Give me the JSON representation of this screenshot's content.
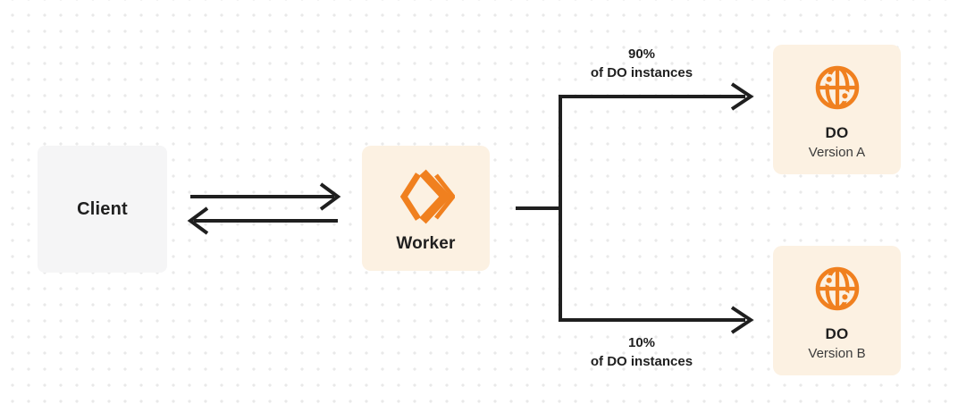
{
  "colors": {
    "background": "#ffffff",
    "dot": "#e9e9e9",
    "line": "#1f1f1f",
    "orange": "#f0801f",
    "cream": "#fcf1e2",
    "client_gray": "#f5f5f6",
    "text_dark": "#1f1f1f",
    "text_muted": "#3b3b3b"
  },
  "nodes": {
    "client": {
      "label": "Client"
    },
    "worker": {
      "label": "Worker",
      "icon": "workers-icon"
    },
    "do_version_a": {
      "title": "DO",
      "subtitle": "Version A",
      "icon": "globe-icon"
    },
    "do_version_b": {
      "title": "DO",
      "subtitle": "Version B",
      "icon": "globe-icon"
    }
  },
  "edges": {
    "client_worker": {
      "type": "bidirectional-arrows"
    },
    "top_branch": {
      "percent": "90%",
      "caption": "of DO instances"
    },
    "bottom_branch": {
      "percent": "10%",
      "caption": "of DO instances"
    }
  }
}
